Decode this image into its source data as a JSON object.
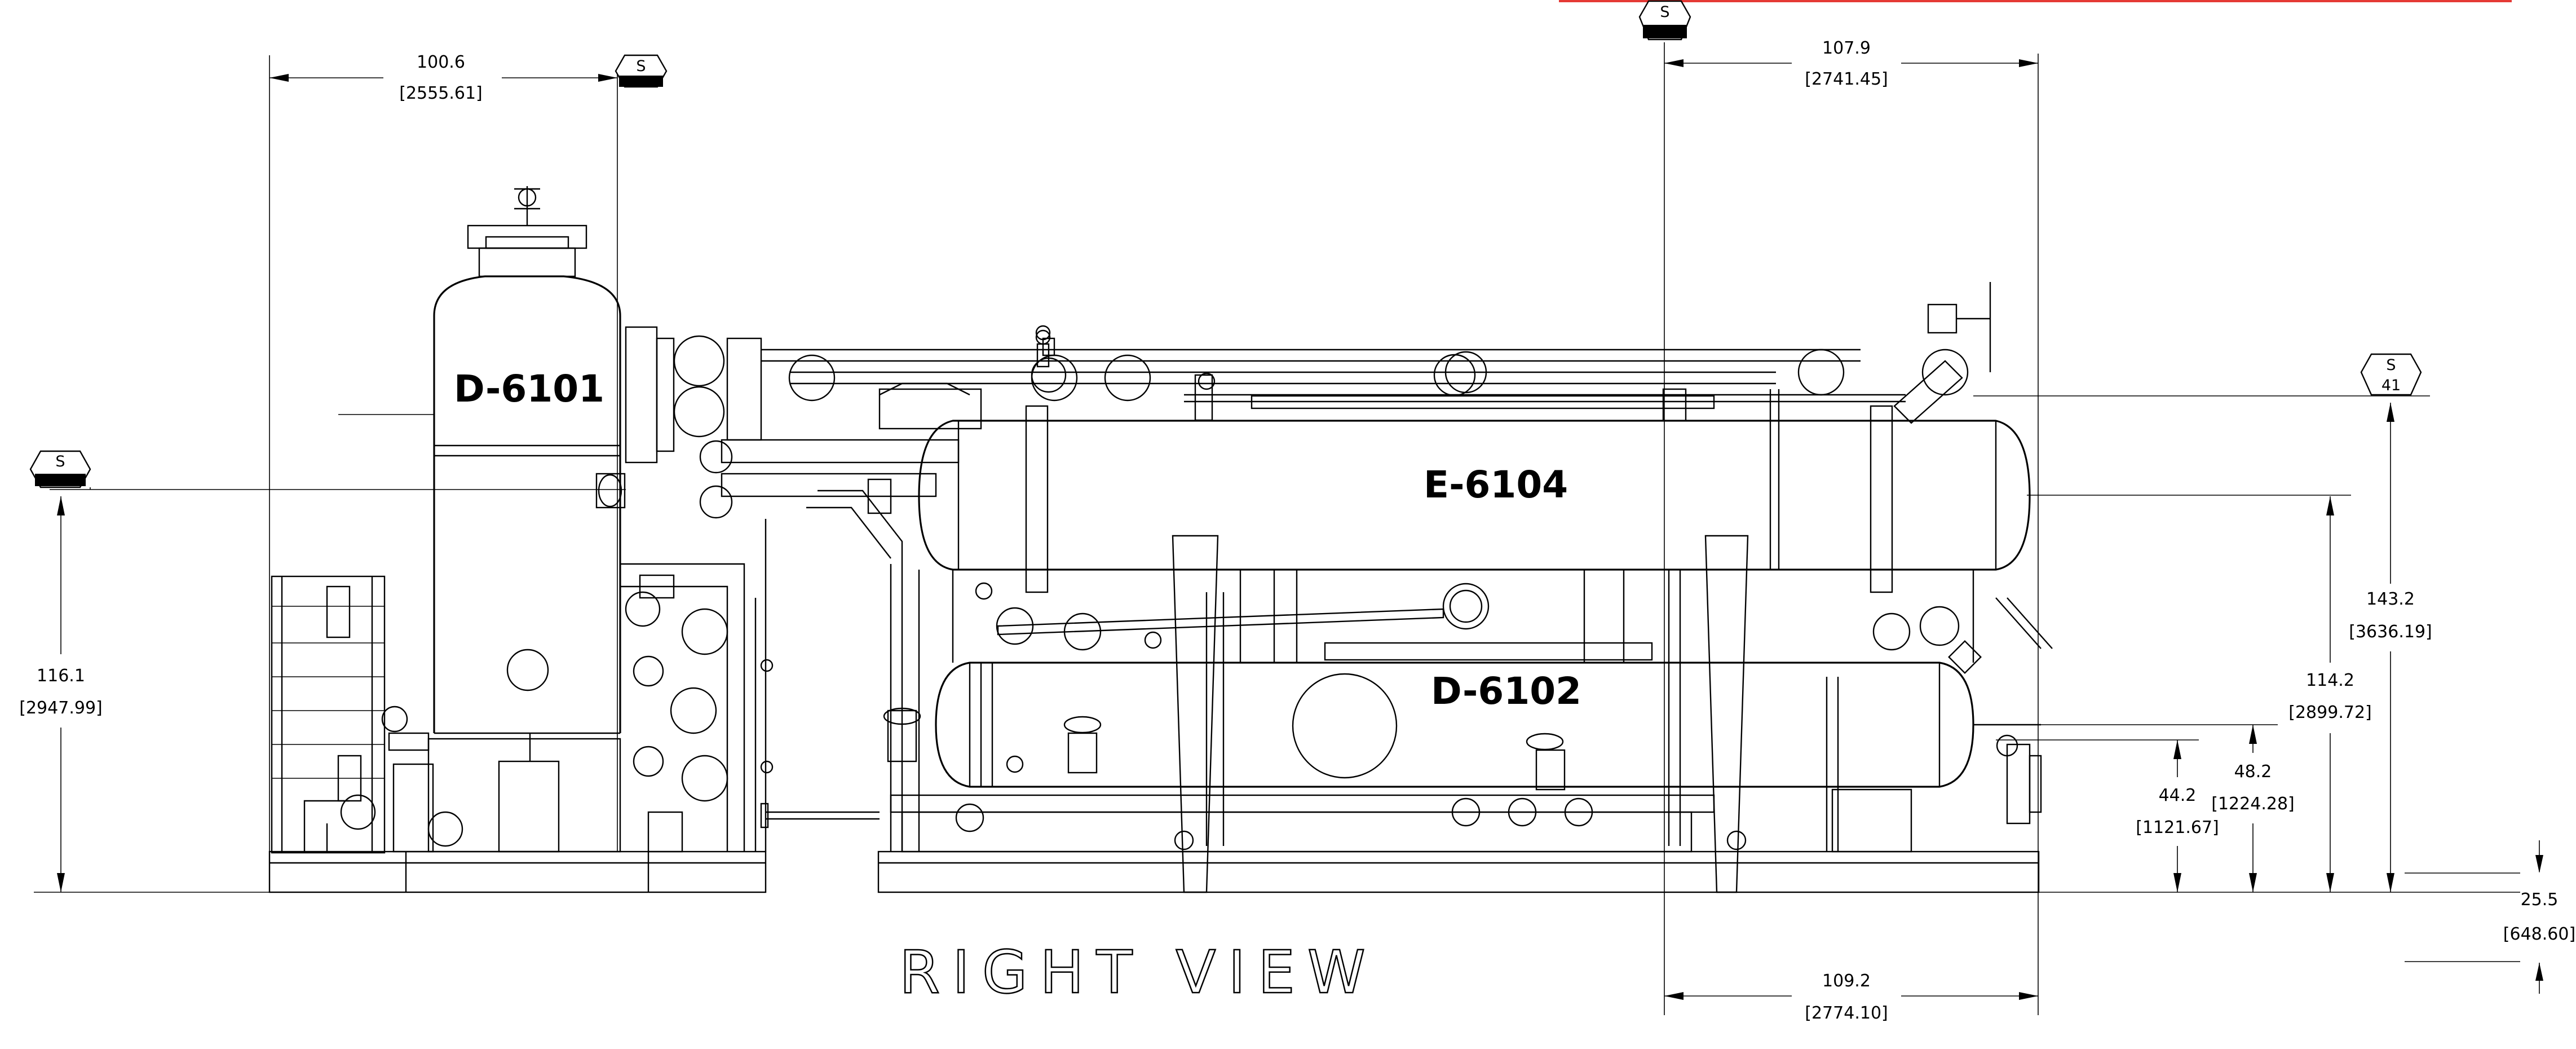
{
  "view_title": "RIGHT VIEW",
  "equipment_tags": {
    "d6101": "D-6101",
    "e6104": "E-6104",
    "d6102": "D-6102"
  },
  "station_markers": {
    "left": {
      "letter": "S",
      "value": ""
    },
    "top_left": {
      "letter": "S",
      "value": ""
    },
    "top_center": {
      "letter": "S",
      "value": ""
    },
    "right": {
      "letter": "S",
      "value": "41"
    }
  },
  "dimensions": {
    "width_left": {
      "in": "100.6",
      "mm": "[2555.61]"
    },
    "width_top": {
      "in": "107.9",
      "mm": "[2741.45]"
    },
    "width_bottom": {
      "in": "109.2",
      "mm": "[2774.10]"
    },
    "height_left": {
      "in": "116.1",
      "mm": "[2947.99]"
    },
    "height_nozzle_low": {
      "in": "44.2",
      "mm": "[1121.67]"
    },
    "height_nozzle": {
      "in": "48.2",
      "mm": "[1224.28]"
    },
    "height_e6104": {
      "in": "114.2",
      "mm": "[2899.72]"
    },
    "height_top": {
      "in": "143.2",
      "mm": "[3636.19]"
    },
    "base_offset": {
      "in": "25.5",
      "mm": "[648.60]"
    }
  }
}
